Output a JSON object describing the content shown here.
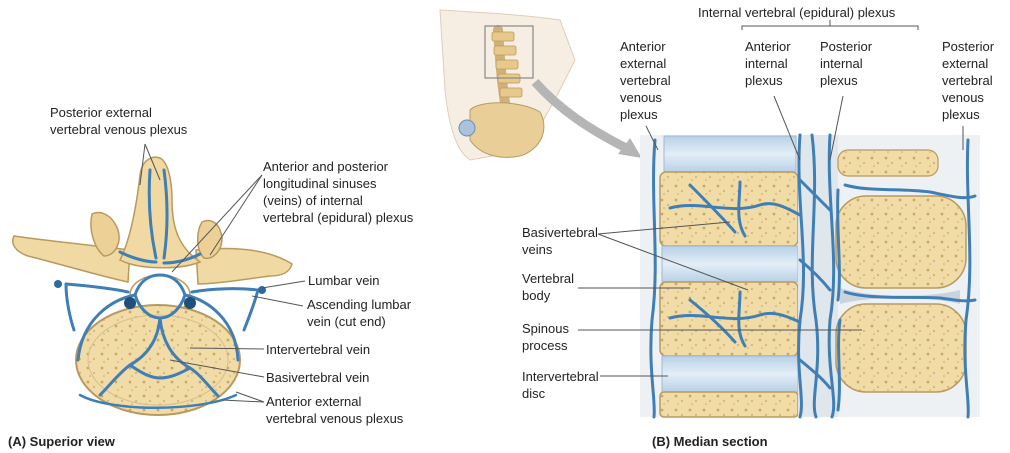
{
  "panel_a": {
    "caption": "(A) Superior view",
    "labels": {
      "posterior_external_plexus": "Posterior external\nvertebral venous plexus",
      "longitudinal_sinuses": "Anterior and posterior\nlongitudinal sinuses\n(veins) of internal\nvertebral (epidural) plexus",
      "lumbar_vein": "Lumbar vein",
      "ascending_lumbar_vein": "Ascending lumbar\nvein (cut end)",
      "intervertebral_vein": "Intervertebral vein",
      "basivertebral_vein": "Basivertebral vein",
      "anterior_external_plexus": "Anterior external\nvertebral venous plexus"
    }
  },
  "panel_b": {
    "caption": "(B) Median section",
    "labels": {
      "internal_plexus_header": "Internal vertebral (epidural) plexus",
      "anterior_external_plexus": "Anterior\nexternal\nvertebral\nvenous\nplexus",
      "anterior_internal_plexus": "Anterior\ninternal\nplexus",
      "posterior_internal_plexus": "Posterior\ninternal\nplexus",
      "posterior_external_plexus": "Posterior\nexternal\nvertebral\nvenous\nplexus",
      "basivertebral_veins": "Basivertebral\nveins",
      "vertebral_body": "Vertebral\nbody",
      "spinous_process": "Spinous\nprocess",
      "intervertebral_disc": "Intervertebral\ndisc"
    }
  },
  "colors": {
    "bone": "#f2dfb0",
    "bone_edge": "#b89a5e",
    "vein": "#3f7fb5",
    "disc": "#c9dcec",
    "leader": "#555555"
  }
}
